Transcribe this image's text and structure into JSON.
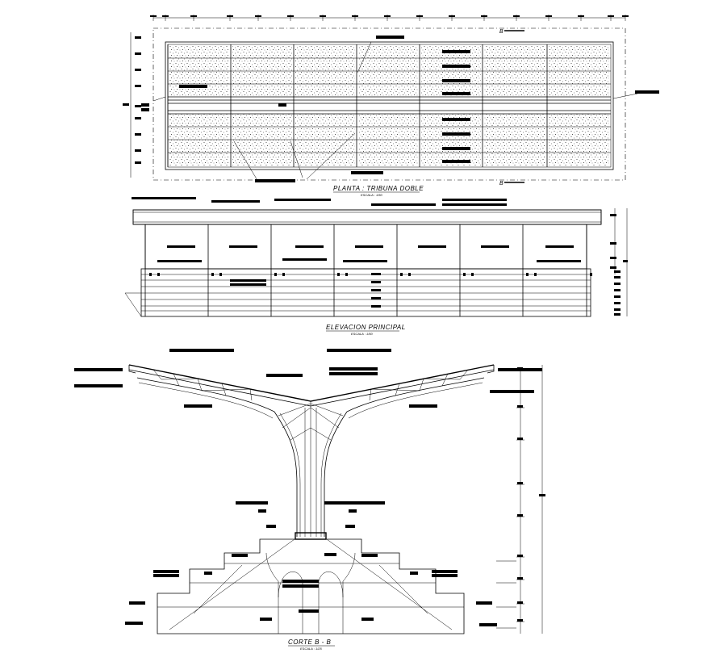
{
  "views": {
    "plan": {
      "title": "PLANTA : TRIBUNA DOBLE",
      "scale": "ESCALA : 1/50",
      "section_mark": "B"
    },
    "elevation": {
      "title": "ELEVACION PRINCIPAL",
      "scale": "ESCALA : 1/50"
    },
    "section": {
      "title": "CORTE   B - B",
      "scale": "ESCALA : 1/25"
    }
  }
}
